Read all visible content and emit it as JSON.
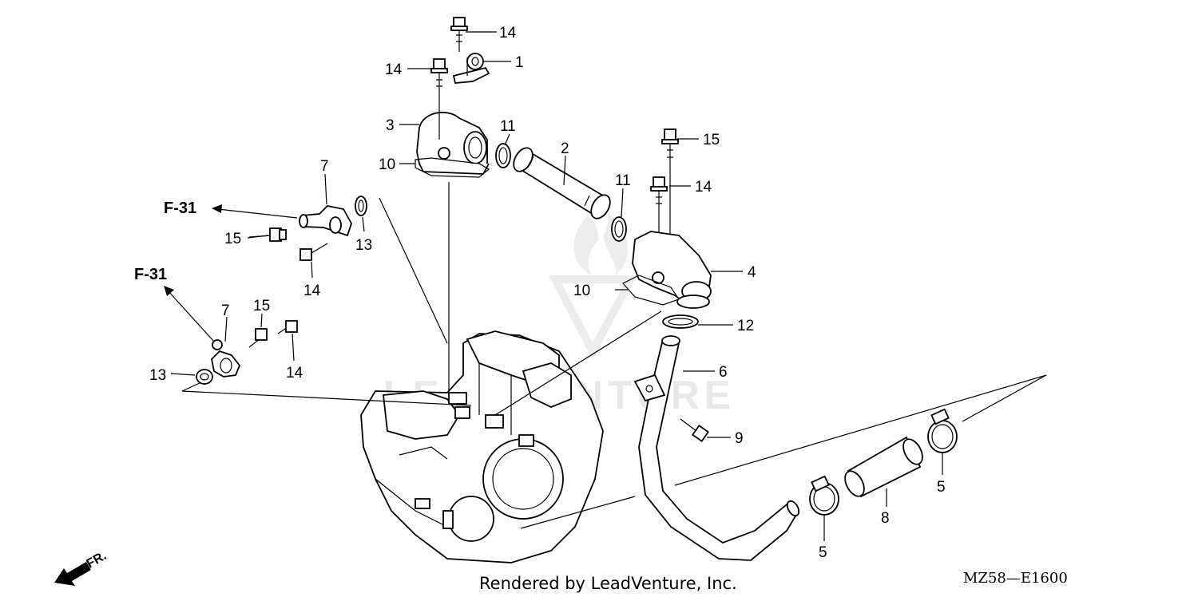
{
  "callouts": {
    "c1": "1",
    "c2": "2",
    "c3": "3",
    "c4": "4",
    "c5a": "5",
    "c5b": "5",
    "c6": "6",
    "c7a": "7",
    "c7b": "7",
    "c8": "8",
    "c9": "9",
    "c10a": "10",
    "c10b": "10",
    "c11a": "11",
    "c11b": "11",
    "c12": "12",
    "c13a": "13",
    "c13b": "13",
    "c14a": "14",
    "c14b": "14",
    "c14c": "14",
    "c14d": "14",
    "c14e": "14",
    "c15a": "15",
    "c15b": "15",
    "c15c": "15"
  },
  "refs": {
    "f31_upper": "F-31",
    "f31_lower": "F-31"
  },
  "front_marker": "FR.",
  "diagram_code": "MZ58—E1600",
  "credit": "Rendered by LeadVenture, Inc.",
  "watermark": "LEADVENTURE",
  "colors": {
    "line": "#000000",
    "background": "#ffffff",
    "watermark": "#e8e8e8"
  }
}
